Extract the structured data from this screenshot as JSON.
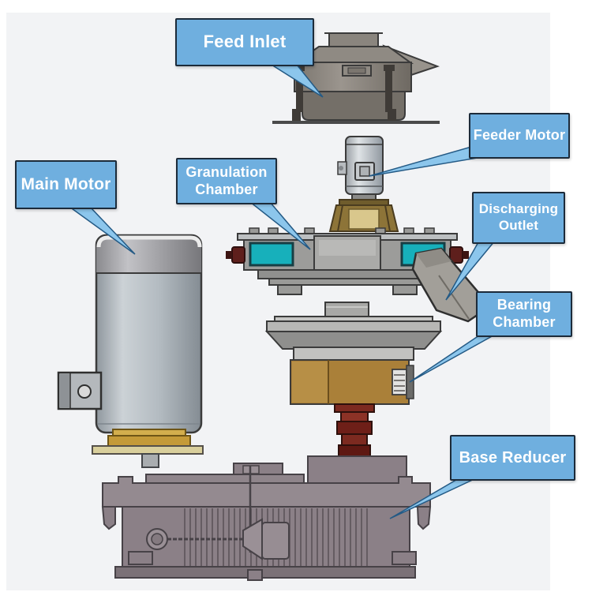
{
  "labels": [
    {
      "id": "feed-inlet",
      "lines": [
        "Feed Inlet"
      ]
    },
    {
      "id": "feeder-motor",
      "lines": [
        "Feeder Motor"
      ]
    },
    {
      "id": "main-motor",
      "lines": [
        "Main Motor"
      ]
    },
    {
      "id": "granulation-chamber",
      "lines": [
        "Granulation",
        "Chamber"
      ]
    },
    {
      "id": "discharging-outlet",
      "lines": [
        "Discharging",
        "Outlet"
      ]
    },
    {
      "id": "bearing-chamber",
      "lines": [
        "Bearing",
        "Chamber"
      ]
    },
    {
      "id": "base-reducer",
      "lines": [
        "Base Reducer"
      ]
    }
  ],
  "colors": {
    "label_fill": "#6fafdf",
    "label_border": "#1c2b3a",
    "label_text": "#ffffff",
    "arrow_fill": "#8cc6ec",
    "background_panel": "#f2f3f5",
    "teal_accent": "#17b0bb",
    "brass": "#c49a38",
    "bearing_bronze": "#aa8039",
    "shaft_red": "#7c2a20",
    "reducer_gray": "#8b8087",
    "motor_gray": "#b3bbc1"
  }
}
